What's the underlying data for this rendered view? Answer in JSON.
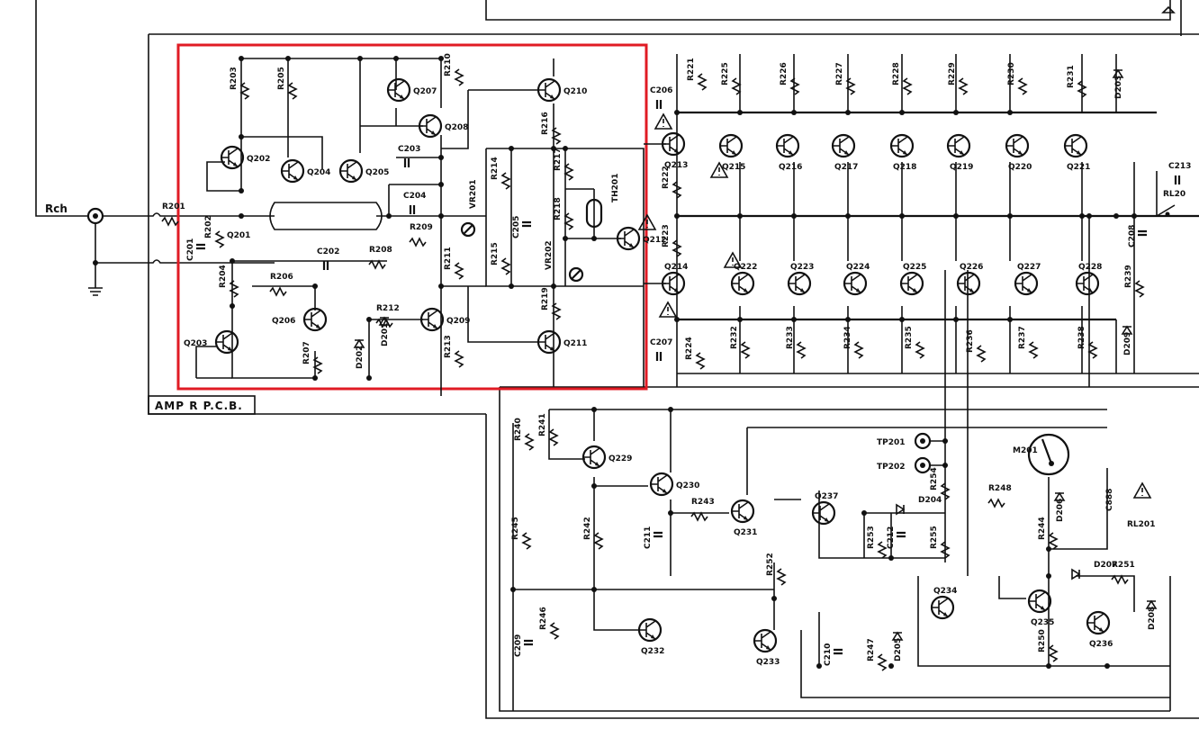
{
  "board": {
    "label": "AMP R  P.C.B.",
    "input_label": "Rch",
    "highlight_color": "#e01b24"
  },
  "transistors": [
    {
      "id": "q202",
      "label": "Q202"
    },
    {
      "id": "q204",
      "label": "Q204"
    },
    {
      "id": "q205",
      "label": "Q205"
    },
    {
      "id": "q207",
      "label": "Q207"
    },
    {
      "id": "q208",
      "label": "Q208"
    },
    {
      "id": "q210",
      "label": "Q210"
    },
    {
      "id": "q201",
      "label": "Q201"
    },
    {
      "id": "q203",
      "label": "Q203"
    },
    {
      "id": "q206",
      "label": "Q206"
    },
    {
      "id": "q209",
      "label": "Q209"
    },
    {
      "id": "q211",
      "label": "Q211"
    },
    {
      "id": "q212",
      "label": "Q212"
    },
    {
      "id": "q213",
      "label": "Q213"
    },
    {
      "id": "q215",
      "label": "Q215"
    },
    {
      "id": "q216",
      "label": "Q216"
    },
    {
      "id": "q217",
      "label": "Q217"
    },
    {
      "id": "q218",
      "label": "Q218"
    },
    {
      "id": "q219",
      "label": "Q219"
    },
    {
      "id": "q220",
      "label": "Q220"
    },
    {
      "id": "q221",
      "label": "Q221"
    },
    {
      "id": "q214",
      "label": "Q214"
    },
    {
      "id": "q222",
      "label": "Q222"
    },
    {
      "id": "q223",
      "label": "Q223"
    },
    {
      "id": "q224",
      "label": "Q224"
    },
    {
      "id": "q225",
      "label": "Q225"
    },
    {
      "id": "q226",
      "label": "Q226"
    },
    {
      "id": "q227",
      "label": "Q227"
    },
    {
      "id": "q228",
      "label": "Q228"
    },
    {
      "id": "q229",
      "label": "Q229"
    },
    {
      "id": "q230",
      "label": "Q230"
    },
    {
      "id": "q231",
      "label": "Q231"
    },
    {
      "id": "q237",
      "label": "Q237"
    },
    {
      "id": "q234",
      "label": "Q234"
    },
    {
      "id": "q235",
      "label": "Q235"
    },
    {
      "id": "q236",
      "label": "Q236"
    },
    {
      "id": "q232",
      "label": "Q232"
    },
    {
      "id": "q233",
      "label": "Q233"
    }
  ],
  "resistors": [
    {
      "id": "r201",
      "label": "R201"
    },
    {
      "id": "r202",
      "label": "R202"
    },
    {
      "id": "r203",
      "label": "R203"
    },
    {
      "id": "r204",
      "label": "R204"
    },
    {
      "id": "r205",
      "label": "R205"
    },
    {
      "id": "r206",
      "label": "R206"
    },
    {
      "id": "r207",
      "label": "R207"
    },
    {
      "id": "r208",
      "label": "R208"
    },
    {
      "id": "r209",
      "label": "R209"
    },
    {
      "id": "r210",
      "label": "R210"
    },
    {
      "id": "r211",
      "label": "R211"
    },
    {
      "id": "r212",
      "label": "R212"
    },
    {
      "id": "r213",
      "label": "R213"
    },
    {
      "id": "r214",
      "label": "R214"
    },
    {
      "id": "r215",
      "label": "R215"
    },
    {
      "id": "r216",
      "label": "R216"
    },
    {
      "id": "r217",
      "label": "R217"
    },
    {
      "id": "r218",
      "label": "R218"
    },
    {
      "id": "r219",
      "label": "R219"
    },
    {
      "id": "r221",
      "label": "R221"
    },
    {
      "id": "r222",
      "label": "R222"
    },
    {
      "id": "r223",
      "label": "R223"
    },
    {
      "id": "r224",
      "label": "R224"
    },
    {
      "id": "r225",
      "label": "R225"
    },
    {
      "id": "r226",
      "label": "R226"
    },
    {
      "id": "r227",
      "label": "R227"
    },
    {
      "id": "r228",
      "label": "R228"
    },
    {
      "id": "r229",
      "label": "R229"
    },
    {
      "id": "r230",
      "label": "R230"
    },
    {
      "id": "r231",
      "label": "R231"
    },
    {
      "id": "r232",
      "label": "R232"
    },
    {
      "id": "r233",
      "label": "R233"
    },
    {
      "id": "r234",
      "label": "R234"
    },
    {
      "id": "r235",
      "label": "R235"
    },
    {
      "id": "r236",
      "label": "R236"
    },
    {
      "id": "r237",
      "label": "R237"
    },
    {
      "id": "r238",
      "label": "R238"
    },
    {
      "id": "r239",
      "label": "R239"
    },
    {
      "id": "r240",
      "label": "R240"
    },
    {
      "id": "r241",
      "label": "R241"
    },
    {
      "id": "r242",
      "label": "R242"
    },
    {
      "id": "r243",
      "label": "R243"
    },
    {
      "id": "r244",
      "label": "R244"
    },
    {
      "id": "r245",
      "label": "R245"
    },
    {
      "id": "r246",
      "label": "R246"
    },
    {
      "id": "r247",
      "label": "R247"
    },
    {
      "id": "r248",
      "label": "R248"
    },
    {
      "id": "r250",
      "label": "R250"
    },
    {
      "id": "r251",
      "label": "R251"
    },
    {
      "id": "r252",
      "label": "R252"
    },
    {
      "id": "r253",
      "label": "R253"
    },
    {
      "id": "r254",
      "label": "R254"
    },
    {
      "id": "r255",
      "label": "R255"
    }
  ],
  "capacitors": [
    {
      "id": "c201",
      "label": "C201"
    },
    {
      "id": "c202",
      "label": "C202"
    },
    {
      "id": "c203",
      "label": "C203"
    },
    {
      "id": "c204",
      "label": "C204"
    },
    {
      "id": "c205",
      "label": "C205"
    },
    {
      "id": "c206",
      "label": "C206"
    },
    {
      "id": "c207",
      "label": "C207"
    },
    {
      "id": "c208",
      "label": "C208"
    },
    {
      "id": "c209",
      "label": "C209"
    },
    {
      "id": "c210",
      "label": "C210"
    },
    {
      "id": "c211",
      "label": "C211"
    },
    {
      "id": "c212",
      "label": "C212"
    },
    {
      "id": "c213",
      "label": "C213"
    }
  ],
  "diodes": [
    {
      "id": "d201",
      "label": "D201"
    },
    {
      "id": "d202",
      "label": "D202"
    },
    {
      "id": "d203",
      "label": "D203"
    },
    {
      "id": "d204",
      "label": "D204"
    },
    {
      "id": "d205",
      "label": "D205"
    },
    {
      "id": "d206",
      "label": "D206"
    },
    {
      "id": "d207",
      "label": "D207"
    },
    {
      "id": "d208",
      "label": "D208"
    },
    {
      "id": "d209",
      "label": "D209"
    }
  ],
  "misc": [
    {
      "id": "vr201",
      "label": "VR201"
    },
    {
      "id": "vr202",
      "label": "VR202"
    },
    {
      "id": "th201",
      "label": "TH201"
    },
    {
      "id": "tp201",
      "label": "TP201"
    },
    {
      "id": "tp202",
      "label": "TP202"
    },
    {
      "id": "m201",
      "label": "M201"
    },
    {
      "id": "rl201",
      "label": "RL201"
    },
    {
      "id": "rl20x",
      "label": "RL20"
    },
    {
      "id": "c888",
      "label": "C888"
    }
  ]
}
